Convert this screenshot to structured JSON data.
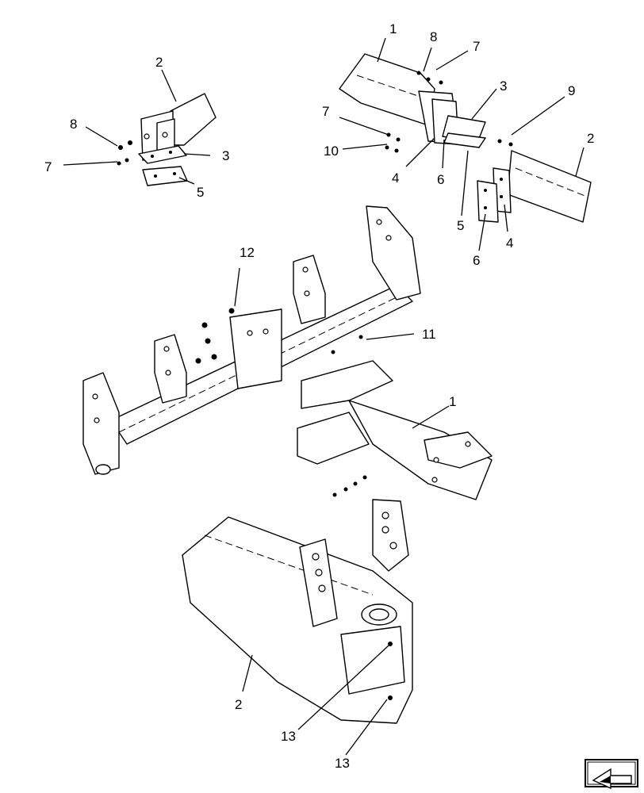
{
  "callouts": {
    "c1_top": "1",
    "c8_top": "8",
    "c7_top": "7",
    "c3_top": "3",
    "c9": "9",
    "c2_left": "2",
    "c8_left": "8",
    "c7_left": "7",
    "c3_left": "3",
    "c5_left": "5",
    "c7_mid": "7",
    "c10": "10",
    "c4_mid": "4",
    "c6_mid": "6",
    "c2_right": "2",
    "c5_right": "5",
    "c4_right": "4",
    "c6_right": "6",
    "c12": "12",
    "c11": "11",
    "c1_mid": "1",
    "c2_bottom": "2",
    "c13_a": "13",
    "c13_b": "13"
  },
  "nav": {
    "icon": "next-page-arrow-icon"
  }
}
